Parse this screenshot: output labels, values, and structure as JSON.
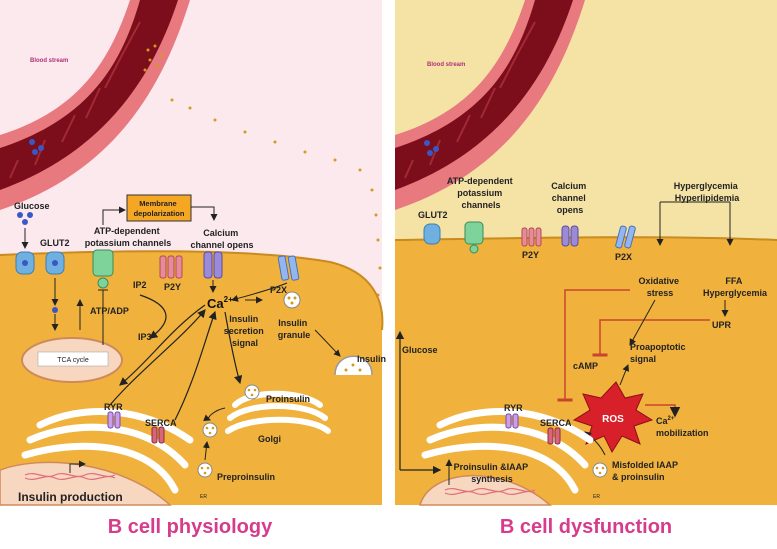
{
  "panels": {
    "left": {
      "blood_stream": "Blood stream",
      "glucose": "Glucose",
      "glut2": "GLUT2",
      "atp_channels": [
        "ATP-dependent",
        "potassium channels"
      ],
      "membrane_depol": [
        "Membrane",
        "depolarization"
      ],
      "calcium_channel": [
        "Calcium",
        "channel opens"
      ],
      "ip2": "IP2",
      "p2y": "P2Y",
      "p2x": "P2X",
      "ca": "Ca",
      "ca_sup": "2+",
      "atp_adp": "ATP/ADP",
      "ip3": "IP3",
      "tca": "TCA cycle",
      "insulin_secretion": [
        "Insulin",
        "secretion",
        "signal"
      ],
      "insulin_granule": [
        "Insulin",
        "granule"
      ],
      "insulin": "Insulin",
      "proinsulin": "Proinsulin",
      "golgi": "Golgi",
      "ryr": "RYR",
      "serca": "SERCA",
      "preproinsulin": "Preproinsulin",
      "er": "ER",
      "insulin_production": "Insulin production",
      "caption": "B cell physiology"
    },
    "right": {
      "blood_stream": "Blood stream",
      "atp_channels": [
        "ATP-dependent",
        "potassium",
        "channels"
      ],
      "calcium_channel": [
        "Calcium",
        "channel",
        "opens"
      ],
      "glut2": "GLUT2",
      "p2y": "P2Y",
      "p2x": "P2X",
      "hyper": [
        "Hyperglycemia",
        "Hyperlipidemia"
      ],
      "oxidative": [
        "Oxidative",
        "stress"
      ],
      "ffa": [
        "FFA",
        "Hyperglycemia"
      ],
      "upr": "UPR",
      "glucose": "Glucose",
      "camp": "cAMP",
      "proapoptotic": [
        "Proapoptotic",
        "signal"
      ],
      "ryr": "RYR",
      "serca": "SERCA",
      "ros": "ROS",
      "ca_mob": "Ca",
      "ca_mob_sup": "2+",
      "mobilization": "mobilization",
      "proinsulin_iaap": [
        "Proinsulin &IAAP",
        "synthesis"
      ],
      "misfolded": [
        "Misfolded IAAP",
        "& proinsulin"
      ],
      "er": "ER",
      "caption": "B cell dysfunction"
    }
  },
  "colors": {
    "left_bg": "#fbe9ee",
    "right_bg": "#f5e3a6",
    "cell": "#f0b23c",
    "vessel_outer": "#e8797f",
    "vessel_inner": "#7c0d1a",
    "caption": "#d63c8c",
    "inhibit": "#c8442e"
  }
}
